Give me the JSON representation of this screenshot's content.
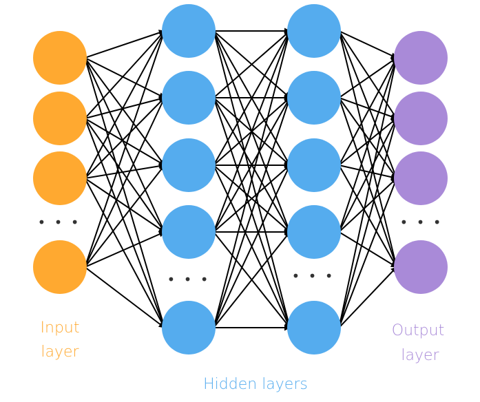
{
  "colors": {
    "input": "#ffa930",
    "hidden": "#55acee",
    "output": "#a98ad8",
    "edge": "#000000",
    "ellipsis": "#333333"
  },
  "labels": {
    "input_line1": "Input",
    "input_line2": "layer",
    "hidden": "Hidden layers",
    "output_line1": "Output",
    "output_line2": "layer"
  },
  "ellipsis": "• • •",
  "layers": [
    {
      "id": "input",
      "role": "input",
      "visible_nodes": 4,
      "truncated_after": 3
    },
    {
      "id": "hidden1",
      "role": "hidden",
      "visible_nodes": 5,
      "truncated_after": 4
    },
    {
      "id": "hidden2",
      "role": "hidden",
      "visible_nodes": 5,
      "truncated_after": 4
    },
    {
      "id": "output",
      "role": "output",
      "visible_nodes": 4,
      "truncated_after": 3
    }
  ],
  "connectivity": "fully-connected"
}
